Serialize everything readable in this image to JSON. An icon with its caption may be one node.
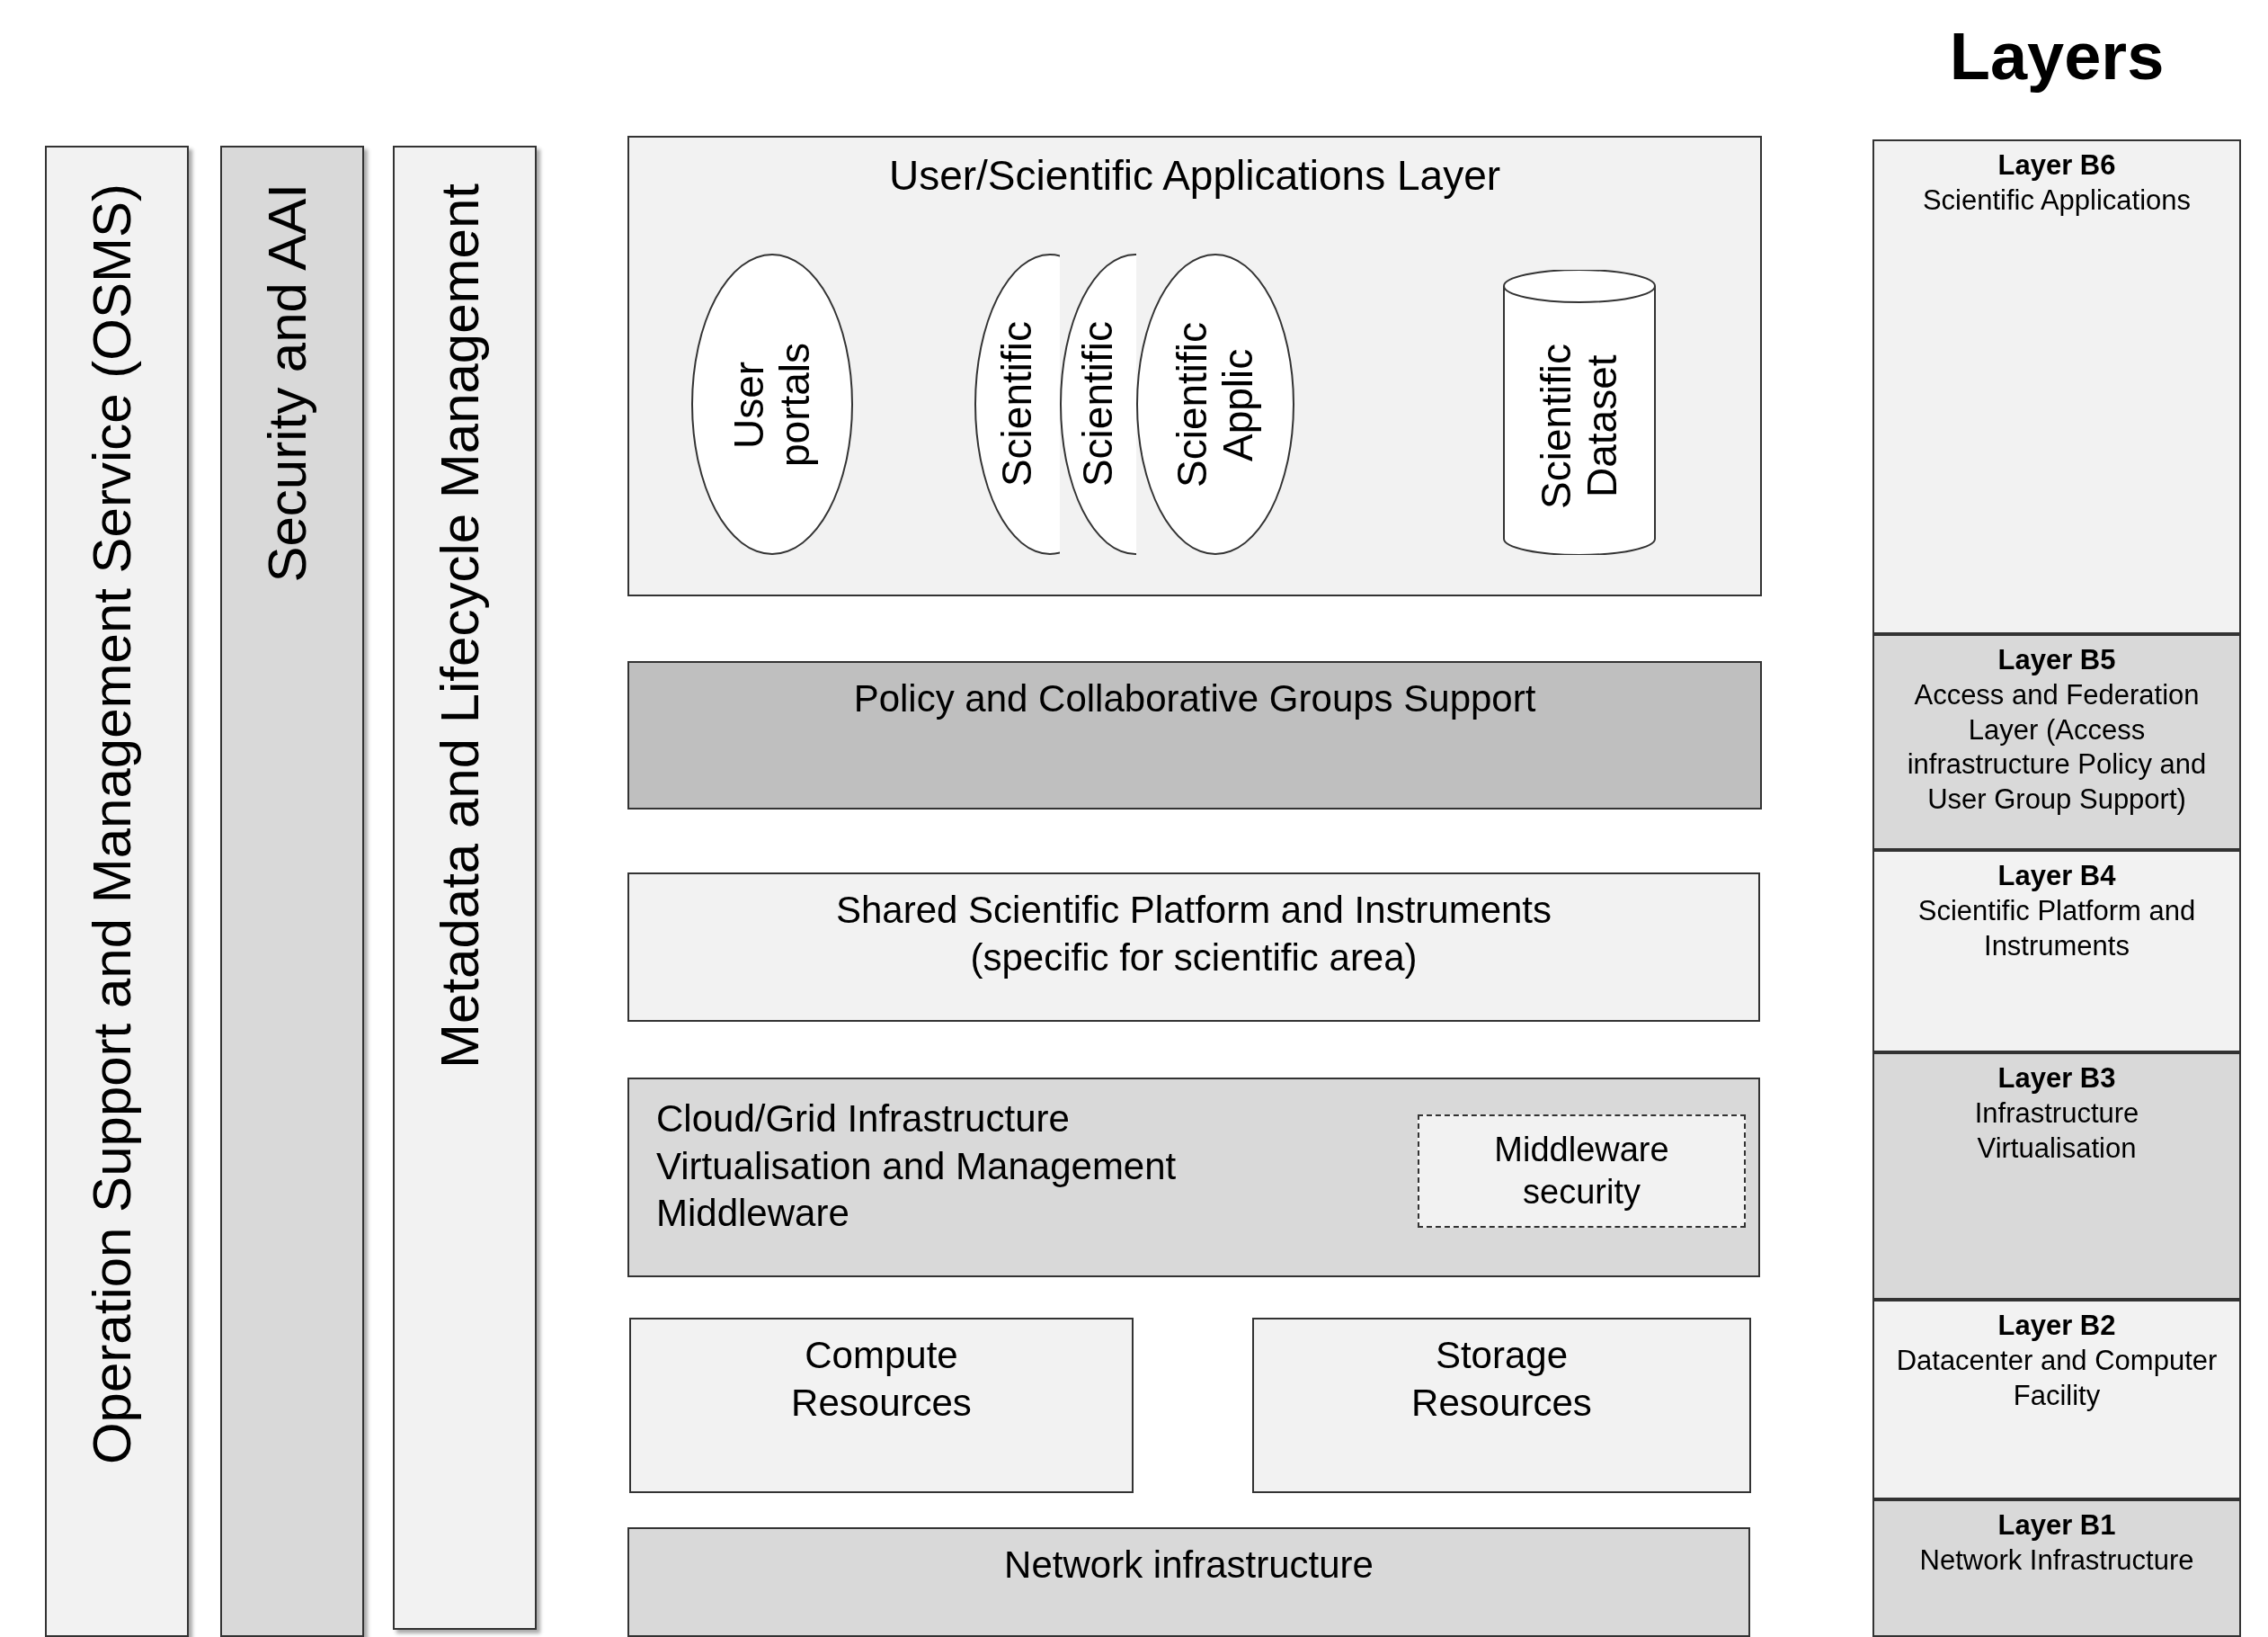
{
  "diagram": {
    "title": "Layers",
    "nodes": [
      {
        "text": [
          "Operation Support and Management Service (OSMS)"
        ]
      },
      {
        "text": [
          "Security and AAI"
        ]
      },
      {
        "text": [
          "Metadata and Lifecycle Management"
        ]
      },
      {
        "text": [
          "User/Scientific Applications Layer"
        ]
      },
      {
        "text": [
          "User portals"
        ],
        "in": 3
      },
      {
        "text": [
          "Scientific"
        ],
        "in": 3
      },
      {
        "text": [
          "Scientific"
        ],
        "in": 3
      },
      {
        "text": [
          "Scientific Applic"
        ],
        "in": 3
      },
      {
        "text": [
          "Scientific Dataset"
        ],
        "in": 3
      },
      {
        "text": [
          "Policy and Collaborative Groups Support"
        ]
      },
      {
        "text": [
          "Shared Scientific Platform and Instruments (specific for scientific area)"
        ]
      },
      {
        "text": [
          "Cloud/Grid Infrastructure Virtualisation and Management Middleware"
        ]
      },
      {
        "text": [
          "Middleware security"
        ],
        "in": 11
      },
      {
        "text": [
          "Compute Resources"
        ]
      },
      {
        "text": [
          "Storage Resources"
        ]
      },
      {
        "text": [
          "Network infrastructure"
        ]
      },
      {
        "text": [
          "Layer B6",
          "Scientific Applications"
        ]
      },
      {
        "text": [
          "Layer B5",
          "Access and Federation Layer (Access infrastructure Policy and User Group Support)"
        ]
      },
      {
        "text": [
          "Layer B4",
          "Scientific Platform and Instruments"
        ]
      },
      {
        "text": [
          "Layer B3",
          "Infrastructure Virtualisation"
        ]
      },
      {
        "text": [
          "Layer B2",
          "Datacenter and Computer Facility"
        ]
      },
      {
        "text": [
          "Layer B1",
          "Network Infrastructure"
        ]
      }
    ],
    "edges": []
  }
}
